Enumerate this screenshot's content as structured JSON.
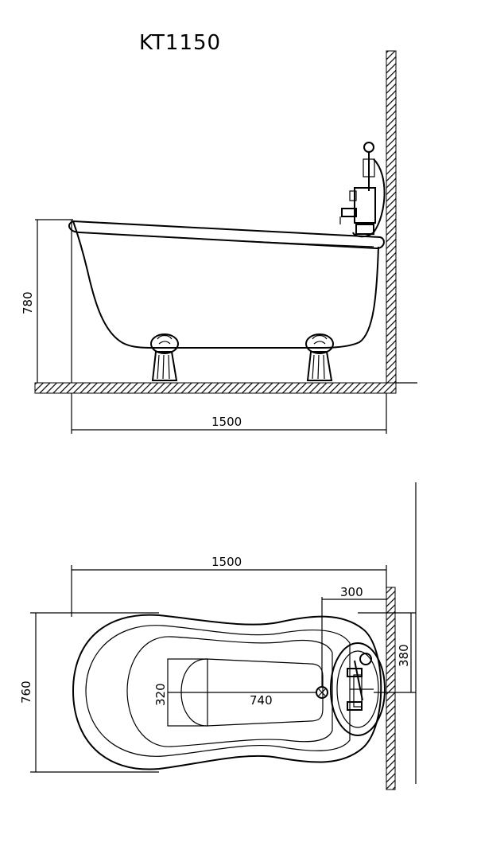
{
  "title": "KT1150",
  "side_view": {
    "height_label": "780",
    "length_label": "1500"
  },
  "top_view": {
    "length_label": "1500",
    "width_label": "760",
    "drain_offset_label": "300",
    "faucet_width_label": "380",
    "basin_length_label": "740",
    "basin_width_label": "320"
  }
}
